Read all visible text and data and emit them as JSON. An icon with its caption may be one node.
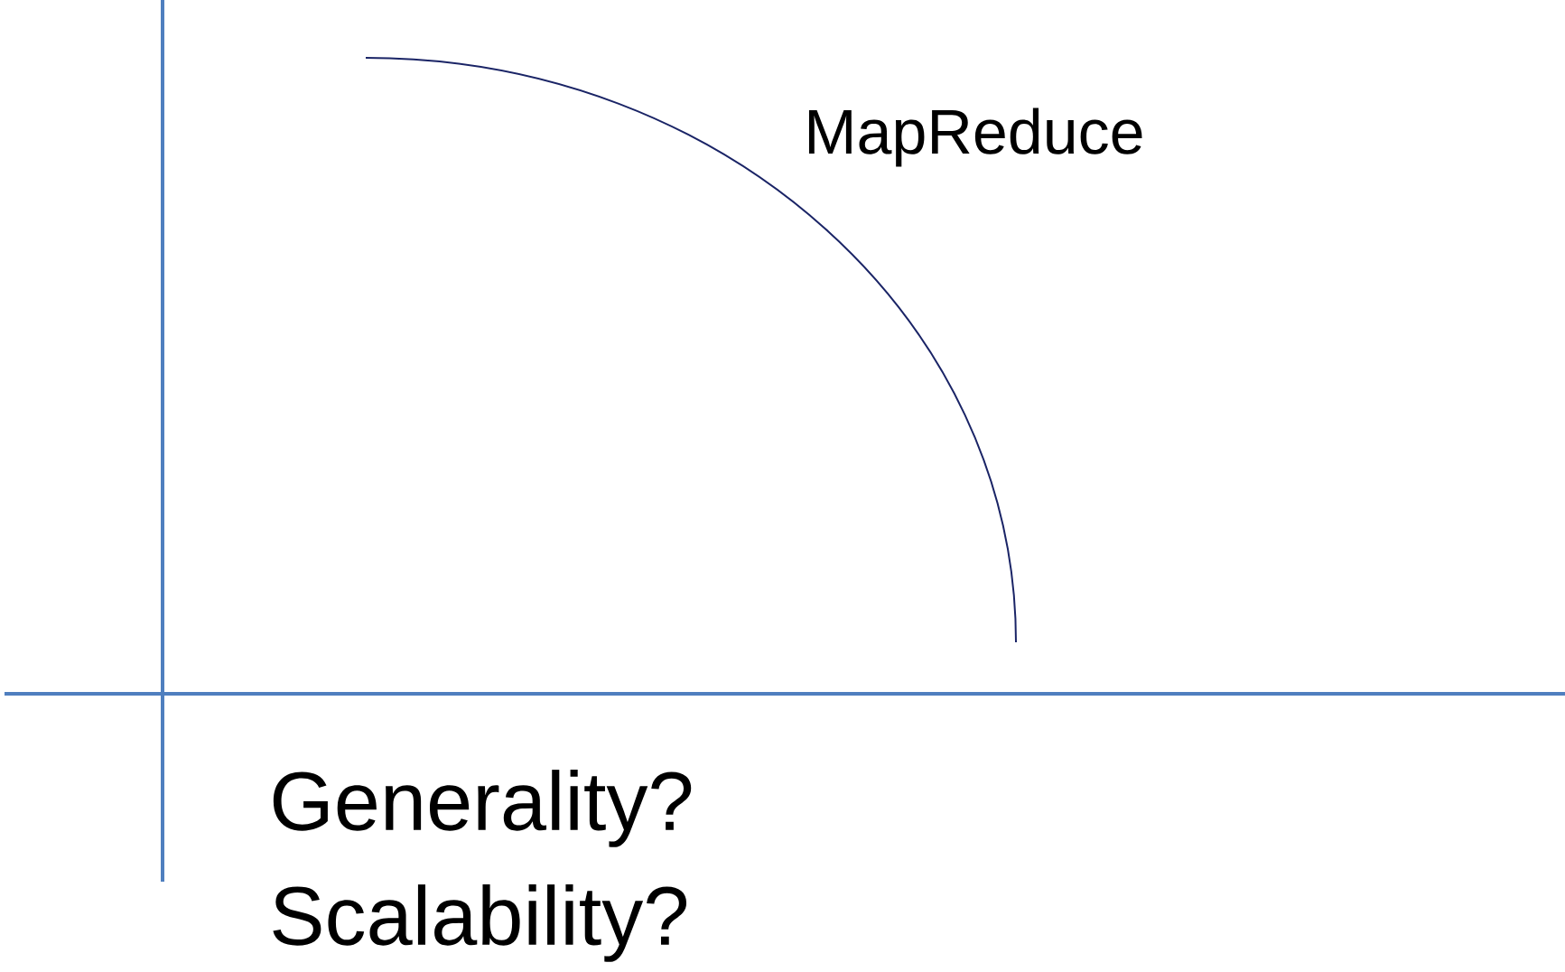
{
  "diagram": {
    "labels": [
      "MapReduce",
      "Generality?",
      "Scalability?"
    ]
  }
}
